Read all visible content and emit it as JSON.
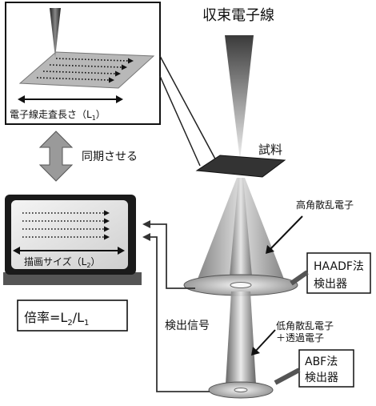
{
  "beam": {
    "label": "収束電子線"
  },
  "specimen": {
    "label": "試料"
  },
  "scan_inset": {
    "length_label_main": "電子線走査長さ（L",
    "length_label_sub": "1",
    "length_label_end": "）"
  },
  "sync": {
    "label": "同期させる"
  },
  "monitor": {
    "size_label_main": "描画サイズ（L",
    "size_label_sub": "2",
    "size_label_end": "）"
  },
  "magnification": {
    "prefix": "倍率=L",
    "sub1": "2",
    "mid": "/L",
    "sub2": "1"
  },
  "high_angle": {
    "label": "高角散乱電子"
  },
  "haadf": {
    "line1": "HAADF法",
    "line2": "検出器"
  },
  "signal": {
    "label": "検出信号"
  },
  "low_angle": {
    "line1": "低角散乱電子",
    "line2": "＋透過電子"
  },
  "abf": {
    "line1": "ABF法",
    "line2": "検出器"
  },
  "colors": {
    "gray_dark": "#555555",
    "gray_mid": "#8a8a8a",
    "gray_light": "#cfcfcf",
    "line": "#333333"
  }
}
